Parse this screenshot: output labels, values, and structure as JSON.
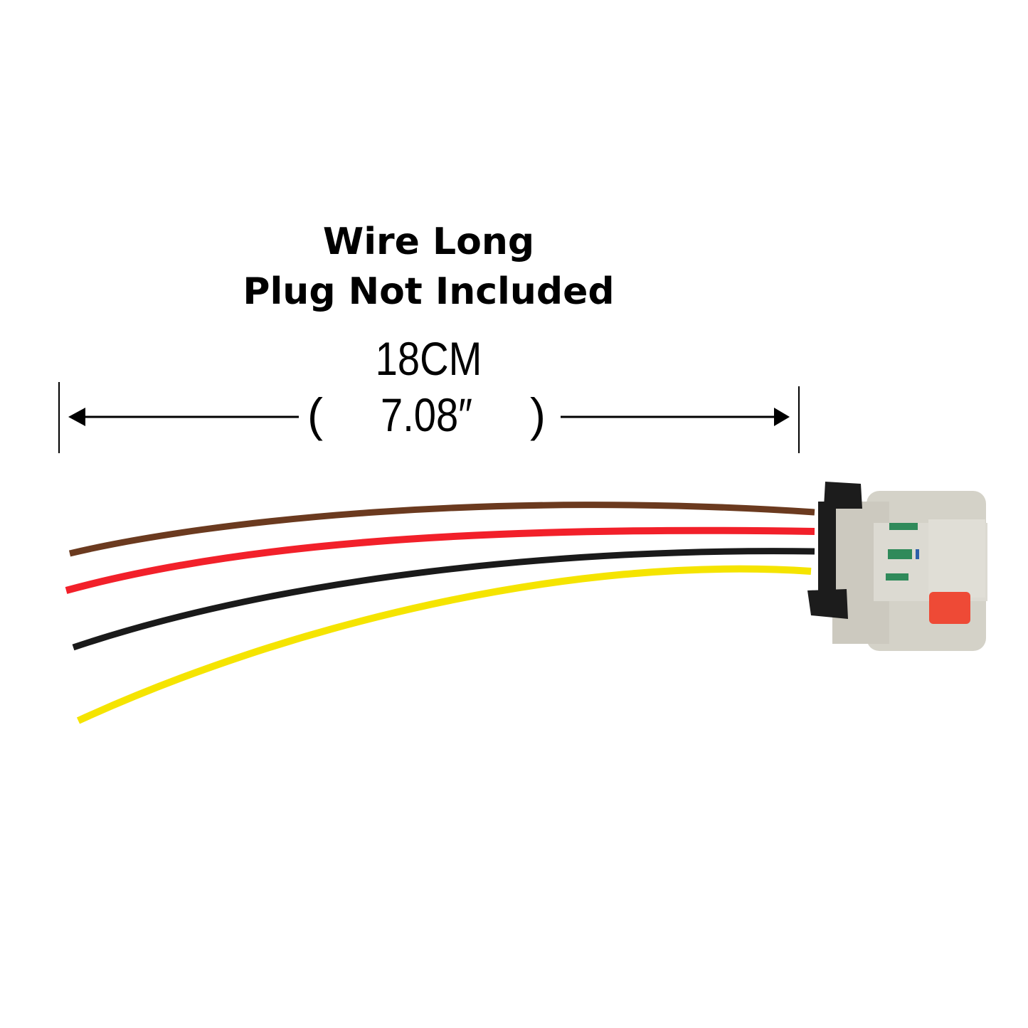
{
  "annotation": {
    "line1": "Wire Long",
    "line2": "Plug Not Included",
    "length_metric": "18CM",
    "open_paren": "(",
    "length_imperial": "7.08″",
    "close_paren": ")"
  },
  "product": {
    "wires": [
      {
        "color_name": "brown",
        "hex": "#6b3a1f"
      },
      {
        "color_name": "red",
        "hex": "#f2202a"
      },
      {
        "color_name": "black",
        "hex": "#1a1a1a"
      },
      {
        "color_name": "yellow",
        "hex": "#f5e400"
      }
    ],
    "connector": {
      "housing_color": "#d4d2c8",
      "cap_color": "#1c1c1c",
      "latch_color": "#ee4a36",
      "terminal_color": "#2f8a5a"
    }
  }
}
